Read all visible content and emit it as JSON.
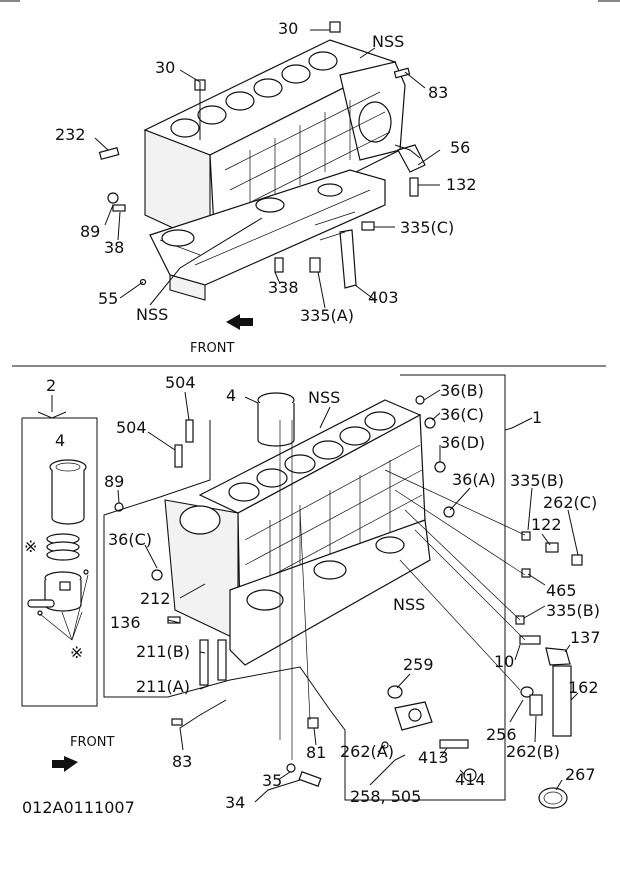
{
  "top_section": {
    "labels": {
      "l30a": "30",
      "l30b": "30",
      "lnss1": "NSS",
      "l83": "83",
      "l232": "232",
      "l56": "56",
      "l132": "132",
      "l89": "89",
      "l38": "38",
      "l335c": "335(C)",
      "l338": "338",
      "l403": "403",
      "l55": "55",
      "lnss2": "NSS",
      "l335a": "335(A)"
    },
    "front_label": "FRONT"
  },
  "bottom_section": {
    "labels": {
      "l2": "2",
      "l4a": "4",
      "l504a": "504",
      "l4b": "4",
      "lnss3": "NSS",
      "l36b": "36(B)",
      "l36c": "36(C)",
      "l1": "1",
      "l504b": "504",
      "l36d": "36(D)",
      "l89b": "89",
      "l36a": "36(A)",
      "l335b1": "335(B)",
      "l262c": "262(C)",
      "l36c2": "36(C)",
      "l122": "122",
      "l212": "212",
      "l465": "465",
      "lnss4": "NSS",
      "l136": "136",
      "l335b2": "335(B)",
      "l137": "137",
      "l211b": "211(B)",
      "l259": "259",
      "l10": "10",
      "l162": "162",
      "l211a": "211(A)",
      "l256": "256",
      "l262b": "262(B)",
      "l83b": "83",
      "l262a": "262(A)",
      "l413": "413",
      "l81": "81",
      "l267": "267",
      "l35": "35",
      "l414": "414",
      "l34": "34",
      "l258": "258, 505",
      "asterisk1": "※",
      "asterisk2": "※"
    },
    "front_label": "FRONT"
  },
  "diagram_code": "012A0111007"
}
